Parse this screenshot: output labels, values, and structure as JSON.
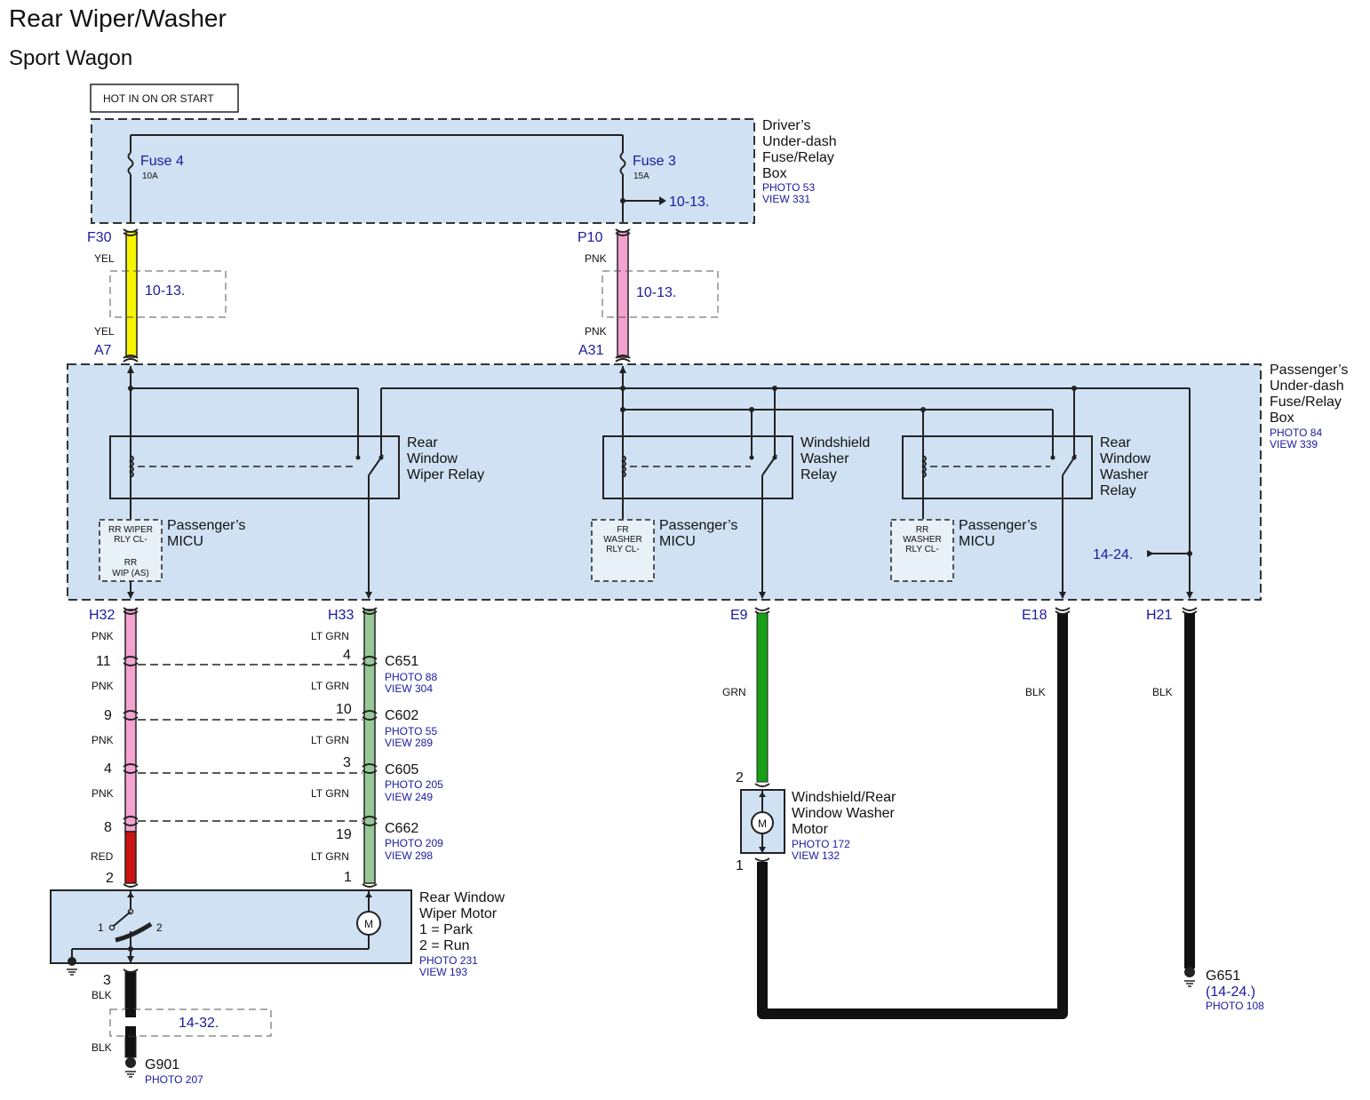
{
  "title": "Rear Wiper/Washer",
  "subtitle": "Sport Wagon",
  "power_condition": "HOT IN ON OR START",
  "drivers_box": {
    "name": [
      "Driver’s",
      "Under-dash",
      "Fuse/Relay",
      "Box"
    ],
    "photo": "PHOTO 53",
    "view": "VIEW 331",
    "fuse4": {
      "name": "Fuse 4",
      "rating": "10A"
    },
    "fuse3": {
      "name": "Fuse 3",
      "rating": "15A"
    },
    "fuse3_ref": "10-13."
  },
  "passengers_box": {
    "name": [
      "Passenger’s",
      "Under-dash",
      "Fuse/Relay",
      "Box"
    ],
    "photo": "PHOTO 84",
    "view": "VIEW 339"
  },
  "pins": {
    "f30": "F30",
    "a7": "A7",
    "p10": "P10",
    "a31": "A31",
    "h32": "H32",
    "h33": "H33",
    "e9": "E9",
    "e18": "E18",
    "h21": "H21",
    "motor1": "1",
    "motor2": "2",
    "motor3": "3",
    "washer1": "1",
    "washer2": "2"
  },
  "wires": {
    "yel": "YEL",
    "pnk": "PNK",
    "lt_grn": "LT GRN",
    "red": "RED",
    "grn": "GRN",
    "blk": "BLK"
  },
  "refs": {
    "yel": "10-13.",
    "pnk": "10-13.",
    "h21": "14-24.",
    "g901": "14-32."
  },
  "relays": {
    "rear_wiper": [
      "Rear",
      "Window",
      "Wiper Relay"
    ],
    "windshield_washer": [
      "Windshield",
      "Washer",
      "Relay"
    ],
    "rear_washer": [
      "Rear",
      "Window",
      "Washer",
      "Relay"
    ]
  },
  "micu": {
    "label": [
      "Passenger’s",
      "MICU"
    ],
    "rear_wiper_pins": [
      "RR WIPER",
      "RLY CL-",
      "RR",
      "WIP (AS)"
    ],
    "fr_washer_pins": [
      "FR",
      "WASHER",
      "RLY CL-"
    ],
    "rr_washer_pins": [
      "RR",
      "WASHER",
      "RLY CL-"
    ]
  },
  "connectors": {
    "c651": {
      "name": "C651",
      "photo": "PHOTO 88",
      "view": "VIEW 304",
      "pin_left": "11",
      "pin_right": "4"
    },
    "c602": {
      "name": "C602",
      "photo": "PHOTO 55",
      "view": "VIEW 289",
      "pin_left": "9",
      "pin_right": "10"
    },
    "c605": {
      "name": "C605",
      "photo": "PHOTO 205",
      "view": "VIEW 249",
      "pin_left": "4",
      "pin_right": "3"
    },
    "c662": {
      "name": "C662",
      "photo": "PHOTO 209",
      "view": "VIEW 298",
      "pin_left": "8",
      "pin_right": "19"
    }
  },
  "motor": {
    "name": [
      "Rear Window",
      "Wiper Motor",
      "1 = Park",
      "2 = Run"
    ],
    "photo": "PHOTO 231",
    "view": "VIEW 193",
    "symbol": "M",
    "switch_pos": [
      "1",
      "2"
    ]
  },
  "washer_motor": {
    "name": [
      "Windshield/Rear",
      "Window Washer",
      "Motor"
    ],
    "photo": "PHOTO 172",
    "view": "VIEW 132"
  },
  "grounds": {
    "g901": {
      "name": "G901",
      "photo": "PHOTO 207"
    },
    "g651": {
      "name": "G651",
      "ref": "(14-24.)",
      "photo": "PHOTO 108"
    }
  }
}
